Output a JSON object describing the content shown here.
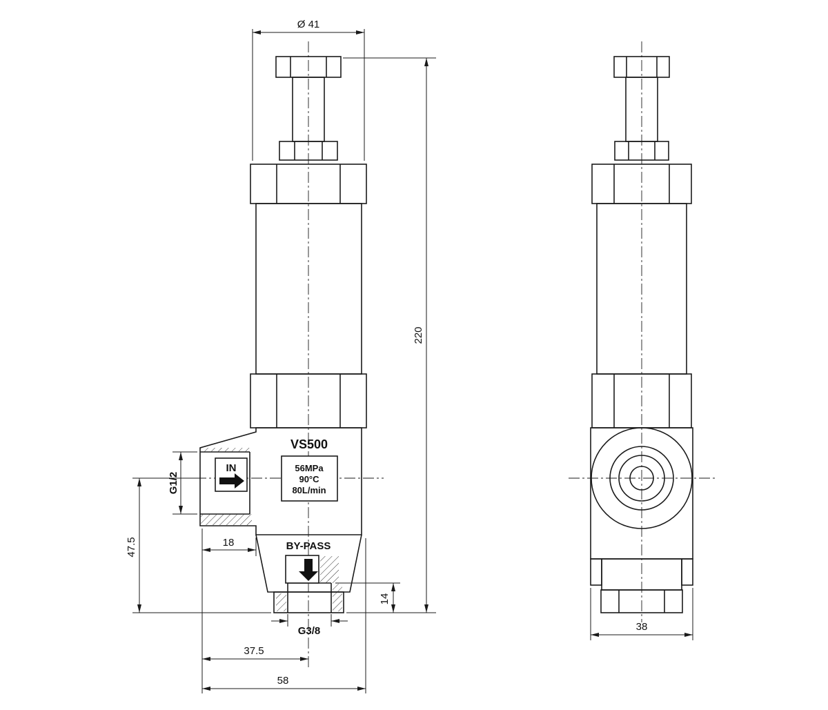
{
  "drawing": {
    "model": "VS500",
    "port_in_label": "IN",
    "bypass_label": "BY-PASS",
    "specs": {
      "pressure": "56MPa",
      "temperature": "90°C",
      "flow": "80L/min"
    },
    "dims": {
      "top_dia": "Ø 41",
      "height": "220",
      "inlet_height": "47.5",
      "inlet_thread": "G1/2",
      "inlet_offset": "18",
      "bypass_depth": "14",
      "bypass_thread": "G3/8",
      "bypass_offset": "37.5",
      "width": "58",
      "side_width": "38"
    },
    "colors": {
      "line": "#1a1a1a",
      "background": "#ffffff"
    }
  }
}
